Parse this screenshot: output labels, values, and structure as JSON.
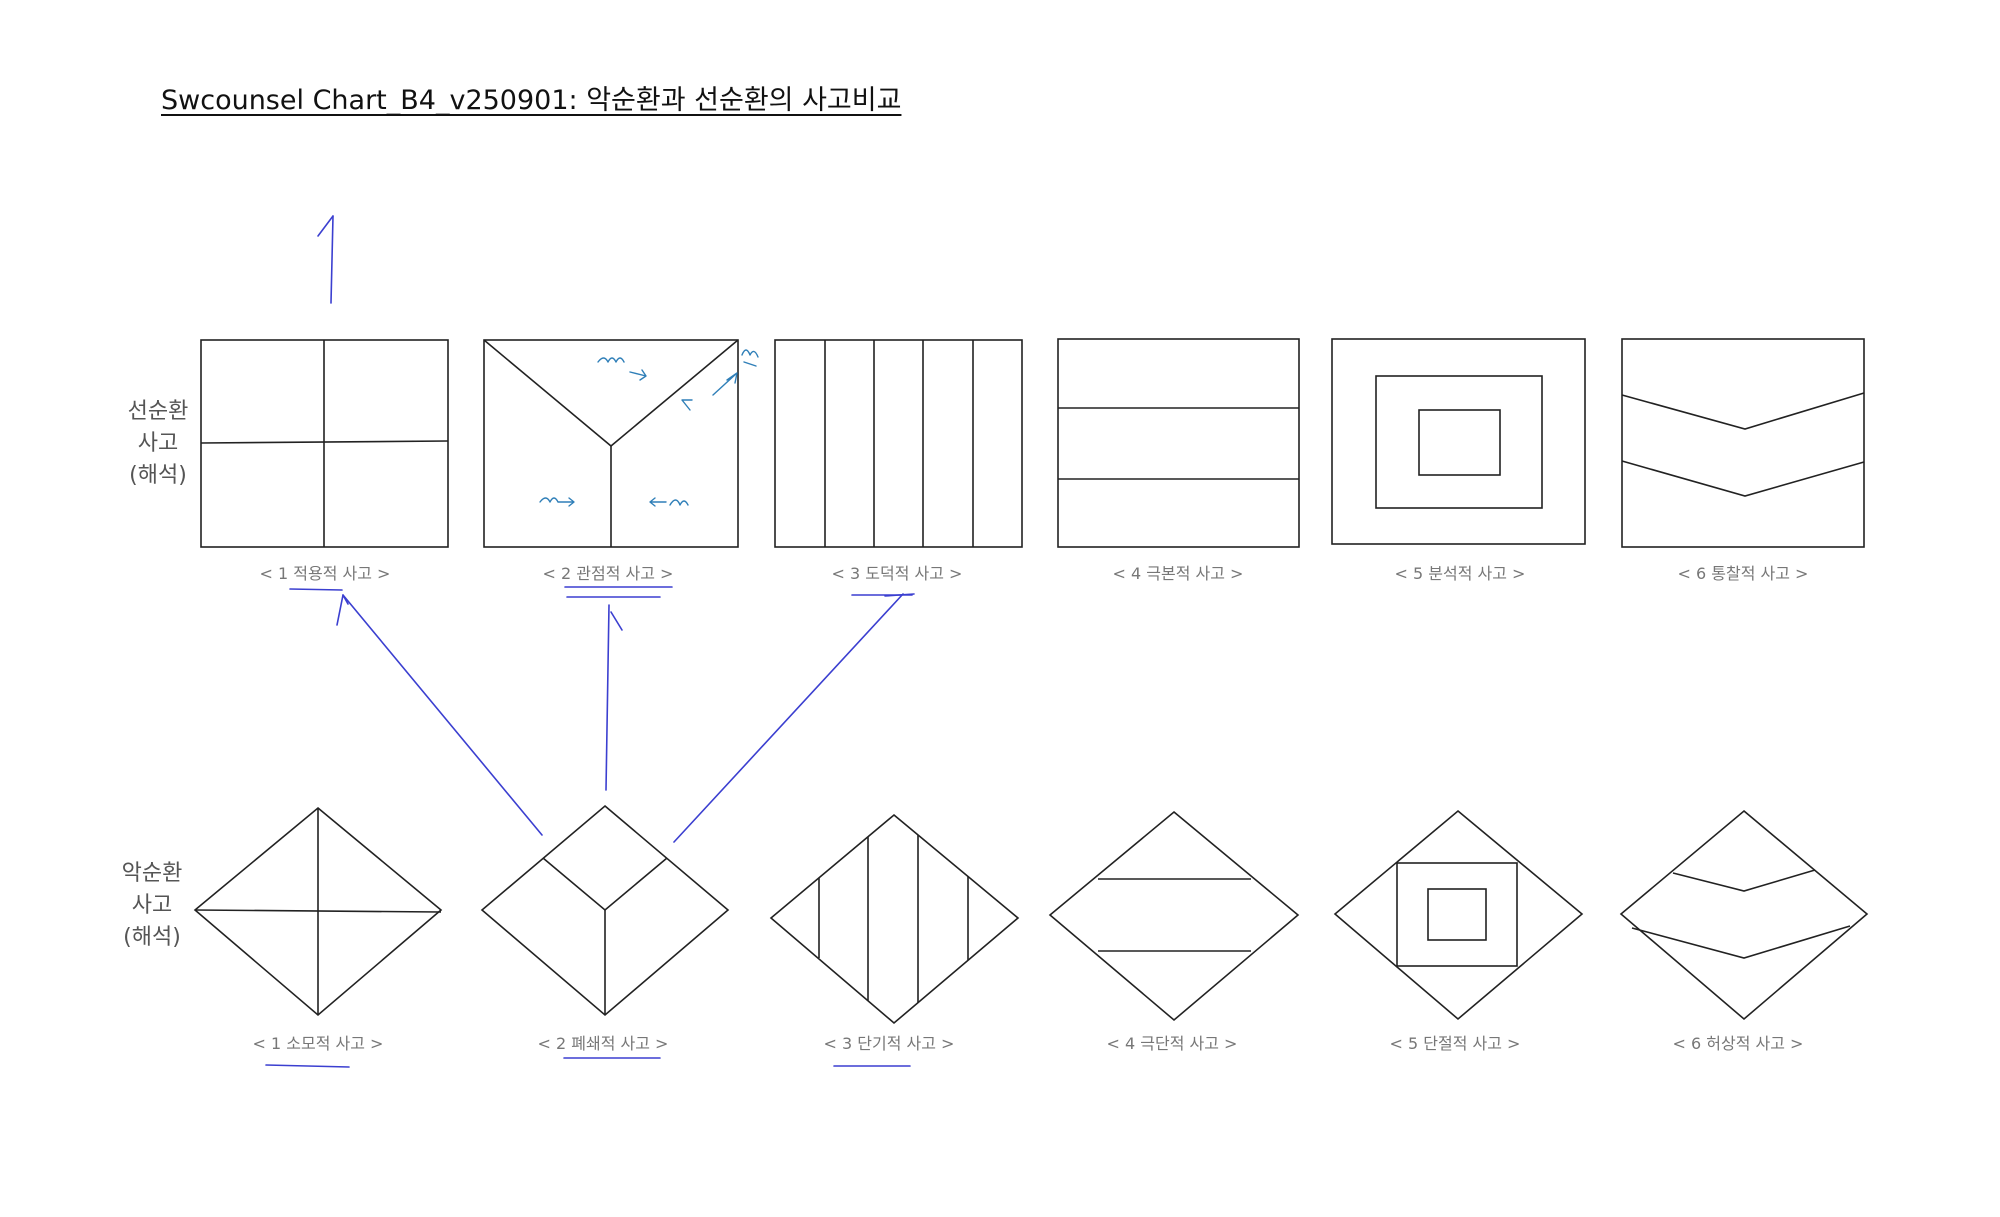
{
  "title": "Swcounsel Chart_B4_v250901: 악순환과 선순환의 사고비교",
  "rows": {
    "virtuous": {
      "label_1": "선순환",
      "label_2": "사고",
      "label_3": "(해석)"
    },
    "vicious": {
      "label_1": "악순환",
      "label_2": "사고",
      "label_3": "(해석)"
    }
  },
  "virtuous_captions": [
    "< 1 적용적 사고 >",
    "< 2 관점적 사고 >",
    "< 3 도덕적 사고 >",
    "< 4 극본적 사고 >",
    "< 5 분석적 사고 >",
    "< 6 통찰적 사고 >"
  ],
  "vicious_captions": [
    "< 1 소모적 사고 >",
    "< 2 폐쇄적 사고 >",
    "< 3 단기적 사고 >",
    "< 4 극단적 사고 >",
    "< 5 단절적 사고 >",
    "< 6 허상적 사고 >"
  ],
  "colors": {
    "shape_stroke": "#222222",
    "annotation_ink": "#3b3fd0",
    "annotation_ink_light": "#2f7fb8",
    "caption": "#777777"
  }
}
